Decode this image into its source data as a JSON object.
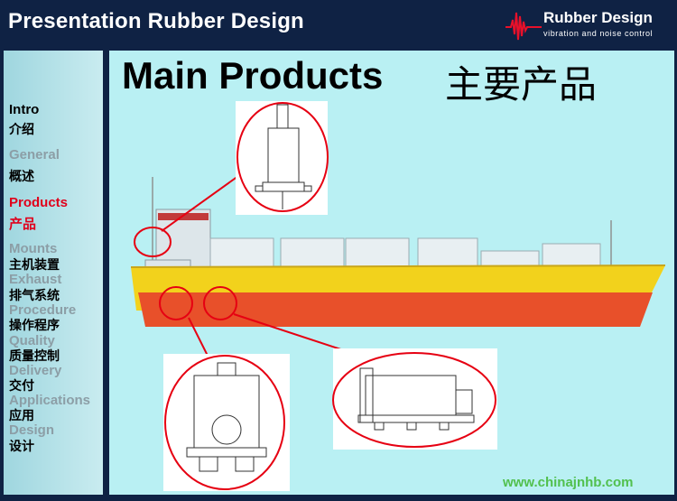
{
  "header": {
    "title": "Presentation Rubber Design",
    "logo_name": "Rubber Design",
    "logo_tagline": "vibration and noise control"
  },
  "nav": [
    {
      "label": "Intro",
      "style": "black"
    },
    {
      "label": "介绍",
      "style": "zh"
    },
    {
      "label": "General",
      "style": "en"
    },
    {
      "label": "概述",
      "style": "zh"
    },
    {
      "label": "Products",
      "style": "red"
    },
    {
      "label": "产品",
      "style": "red"
    },
    {
      "label": "Mounts",
      "style": "en"
    },
    {
      "label": "主机装置",
      "style": "zh"
    },
    {
      "label": "Exhaust",
      "style": "en"
    },
    {
      "label": "排气系统",
      "style": "zh"
    },
    {
      "label": "Procedure",
      "style": "en"
    },
    {
      "label": "操作程序",
      "style": "zh"
    },
    {
      "label": "Quality",
      "style": "en"
    },
    {
      "label": "质量控制",
      "style": "zh"
    },
    {
      "label": "Delivery",
      "style": "en"
    },
    {
      "label": "交付",
      "style": "zh"
    },
    {
      "label": "Applications",
      "style": "en"
    },
    {
      "label": "应用",
      "style": "zh"
    },
    {
      "label": "Design",
      "style": "en"
    },
    {
      "label": "设计",
      "style": "zh"
    }
  ],
  "main": {
    "title": "Main Products",
    "title_zh": "主要产品"
  },
  "watermark": "www.chinajnhb.com",
  "colors": {
    "header_bg": "#0f2244",
    "content_bg": "#b9f0f3",
    "active_nav": "#e0001b",
    "hull_red": "#e8502a",
    "deck_yellow": "#f2d21c",
    "highlight_circle": "#e60012"
  },
  "icons": [
    "rubber-design-wave-logo-icon"
  ]
}
